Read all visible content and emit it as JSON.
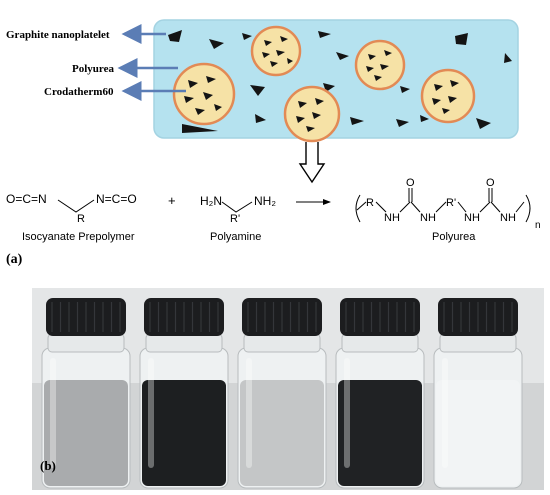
{
  "panel_a": {
    "label": "(a)",
    "callouts": {
      "graphite": "Graphite nanoplatelet",
      "polyurea": "Polyurea",
      "crodatherm": "Crodatherm60"
    },
    "reaction": {
      "isocyanate_formula_left": "O=C=N",
      "isocyanate_r": "R",
      "isocyanate_formula_right": "N=C=O",
      "isocyanate_name": "Isocyanate Prepolymer",
      "plus": "+",
      "amine_h2n": "H₂N",
      "amine_r": "R'",
      "amine_nh2": "NH₂",
      "amine_name": "Polyamine",
      "product_r": "R",
      "product_nh1": "NH",
      "product_o1": "O",
      "product_nh2": "NH",
      "product_rprime": "R'",
      "product_nh3": "NH",
      "product_o2": "O",
      "product_nh4": "NH",
      "product_n": "n",
      "product_name": "Polyurea"
    }
  },
  "panel_b": {
    "label": "(b)",
    "jars": [
      {
        "fill": "#a9abad"
      },
      {
        "fill": "#1d1f21"
      },
      {
        "fill": "#c4c6c7"
      },
      {
        "fill": "#202224"
      },
      {
        "fill": "#f2f4f5"
      }
    ]
  },
  "colors": {
    "matrix": "#b5e2ef",
    "capsule_fill": "#f6e2a6",
    "capsule_border": "#e28a55",
    "arrow": "#5b7db5"
  }
}
